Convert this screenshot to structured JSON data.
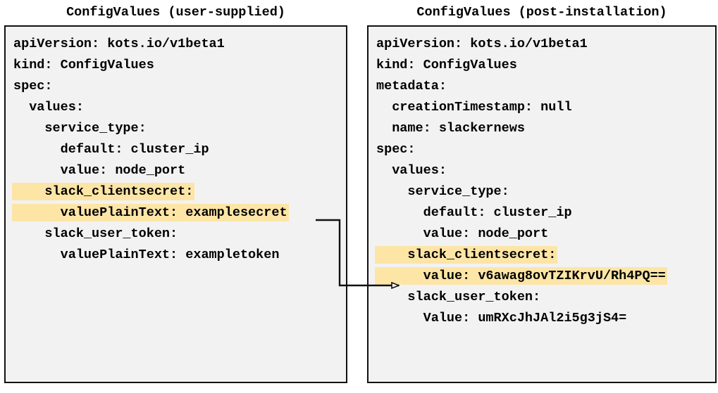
{
  "panels": [
    {
      "id": "user-supplied",
      "title": "ConfigValues (user-supplied)",
      "lines": [
        {
          "text": "apiVersion: kots.io/v1beta1",
          "highlight": false
        },
        {
          "text": "kind: ConfigValues",
          "highlight": false
        },
        {
          "text": "spec:",
          "highlight": false
        },
        {
          "text": "  values:",
          "highlight": false
        },
        {
          "text": "    service_type:",
          "highlight": false
        },
        {
          "text": "      default: cluster_ip",
          "highlight": false
        },
        {
          "text": "      value: node_port",
          "highlight": false
        },
        {
          "text": "    slack_clientsecret:",
          "highlight": true
        },
        {
          "text": "      valuePlainText: examplesecret",
          "highlight": true
        },
        {
          "text": "    slack_user_token:",
          "highlight": false
        },
        {
          "text": "      valuePlainText: exampletoken",
          "highlight": false
        }
      ]
    },
    {
      "id": "post-installation",
      "title": "ConfigValues (post-installation)",
      "lines": [
        {
          "text": "apiVersion: kots.io/v1beta1",
          "highlight": false
        },
        {
          "text": "kind: ConfigValues",
          "highlight": false
        },
        {
          "text": "metadata:",
          "highlight": false
        },
        {
          "text": "  creationTimestamp: null",
          "highlight": false
        },
        {
          "text": "  name: slackernews",
          "highlight": false
        },
        {
          "text": "spec:",
          "highlight": false
        },
        {
          "text": "  values:",
          "highlight": false
        },
        {
          "text": "    service_type:",
          "highlight": false
        },
        {
          "text": "      default: cluster_ip",
          "highlight": false
        },
        {
          "text": "      value: node_port",
          "highlight": false
        },
        {
          "text": "    slack_clientsecret:",
          "highlight": true
        },
        {
          "text": "      value: v6awag8ovTZIKrvU/Rh4PQ==",
          "highlight": true
        },
        {
          "text": "    slack_user_token:",
          "highlight": false
        },
        {
          "text": "      Value: umRXcJhJAl2i5g3jS4=",
          "highlight": false
        }
      ]
    }
  ],
  "connector": {
    "label": "encrypted-value-mapping",
    "from": "examplesecret",
    "to": "v6awag8ovTZIKrvU/Rh4PQ=="
  },
  "colors": {
    "highlight": "#fde5a6",
    "panel_background": "#f2f2f2",
    "panel_border": "#111111",
    "text": "#000000",
    "connector": "#111111"
  }
}
